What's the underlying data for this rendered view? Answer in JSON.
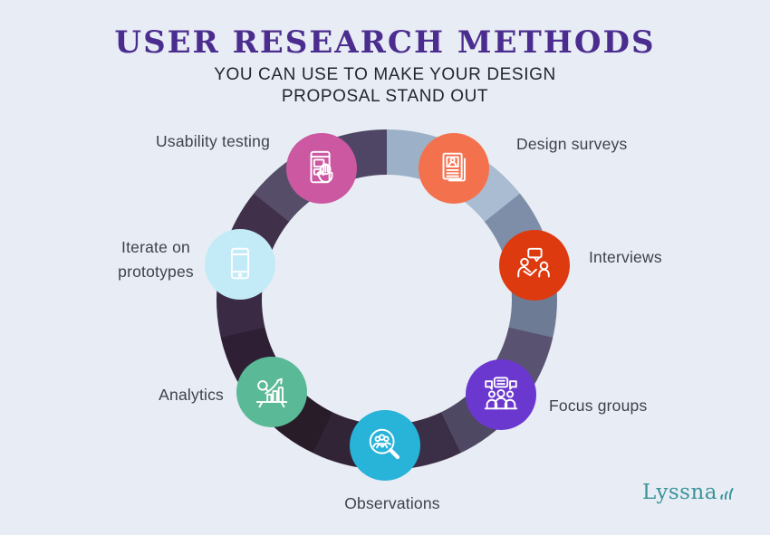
{
  "page": {
    "background": "#e8ecf4"
  },
  "header": {
    "title": "USER RESEARCH METHODS",
    "title_color": "#4b2d8f",
    "subtitle_line1": "YOU CAN USE TO MAKE YOUR DESIGN",
    "subtitle_line2": "PROPOSAL STAND OUT",
    "subtitle_color": "#22262d"
  },
  "diagram": {
    "type": "circular-cycle",
    "label_color": "#3d424c",
    "ring_segments": [
      "#9cb1c8",
      "#a9bcd2",
      "#7f8ea8",
      "#6d7b95",
      "#595270",
      "#4f4862",
      "#3b2f47",
      "#322437",
      "#291c29",
      "#2e1f35",
      "#3a2a43",
      "#41304a",
      "#564e68",
      "#4e4664"
    ],
    "methods": [
      {
        "label": "Usability testing",
        "color": "#cb58a1",
        "icon": "phone-tap-icon"
      },
      {
        "label": "Design surveys",
        "color": "#f4714e",
        "icon": "survey-document-icon"
      },
      {
        "label": "Interviews",
        "color": "#de3a10",
        "icon": "interview-chat-icon"
      },
      {
        "label": "Focus groups",
        "color": "#6b38cf",
        "icon": "group-discussion-icon"
      },
      {
        "label": "Observations",
        "color": "#28b3d8",
        "icon": "magnifier-people-icon"
      },
      {
        "label": "Analytics",
        "color": "#5ab996",
        "icon": "growth-chart-icon"
      },
      {
        "label": "Iterate on prototypes",
        "color": "#c3ebf7",
        "icon": "prototype-phone-icon"
      }
    ]
  },
  "brand": {
    "logo_text": "Lyssna",
    "logo_color": "#3a949b",
    "logo_icon": "soundwave-icon"
  }
}
